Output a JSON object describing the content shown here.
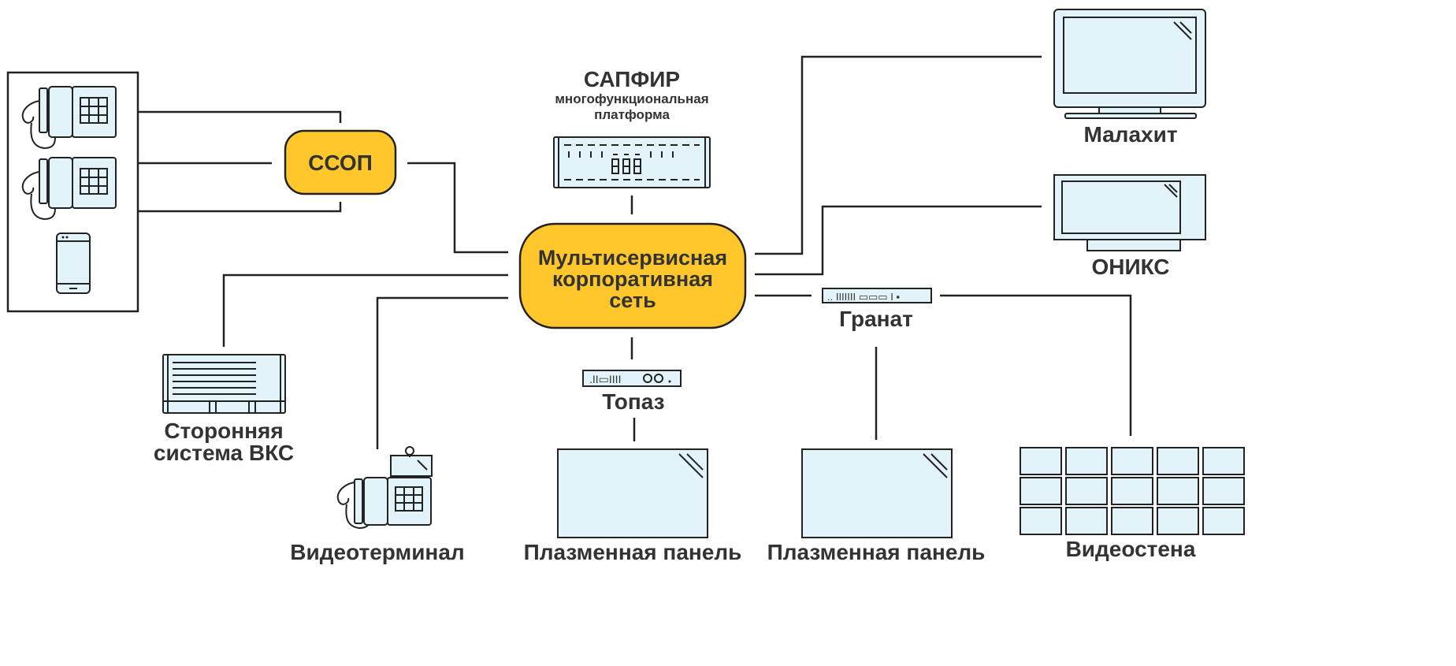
{
  "core": {
    "lines": [
      "Мультисервисная",
      "корпоративная",
      "сеть"
    ],
    "color": "#ffc72c"
  },
  "ssop": {
    "label": "ССОП",
    "color": "#ffc72c"
  },
  "sapfir": {
    "title": "САПФИР",
    "subtitle_lines": [
      "многофункциональная",
      "платформа"
    ]
  },
  "labels": {
    "malakhit": "Малахит",
    "oniks": "ОНИКС",
    "granat": "Гранат",
    "topaz": "Топаз",
    "vks_lines": [
      "Сторонняя",
      "система ВКС"
    ],
    "videoterminal": "Видеотерминал",
    "plasma_1": "Плазменная панель",
    "plasma_2": "Плазменная панель",
    "videowall": "Видеостена"
  },
  "colors": {
    "device_fill": "#e3f3fa",
    "stroke": "#222222",
    "text": "#333333"
  }
}
